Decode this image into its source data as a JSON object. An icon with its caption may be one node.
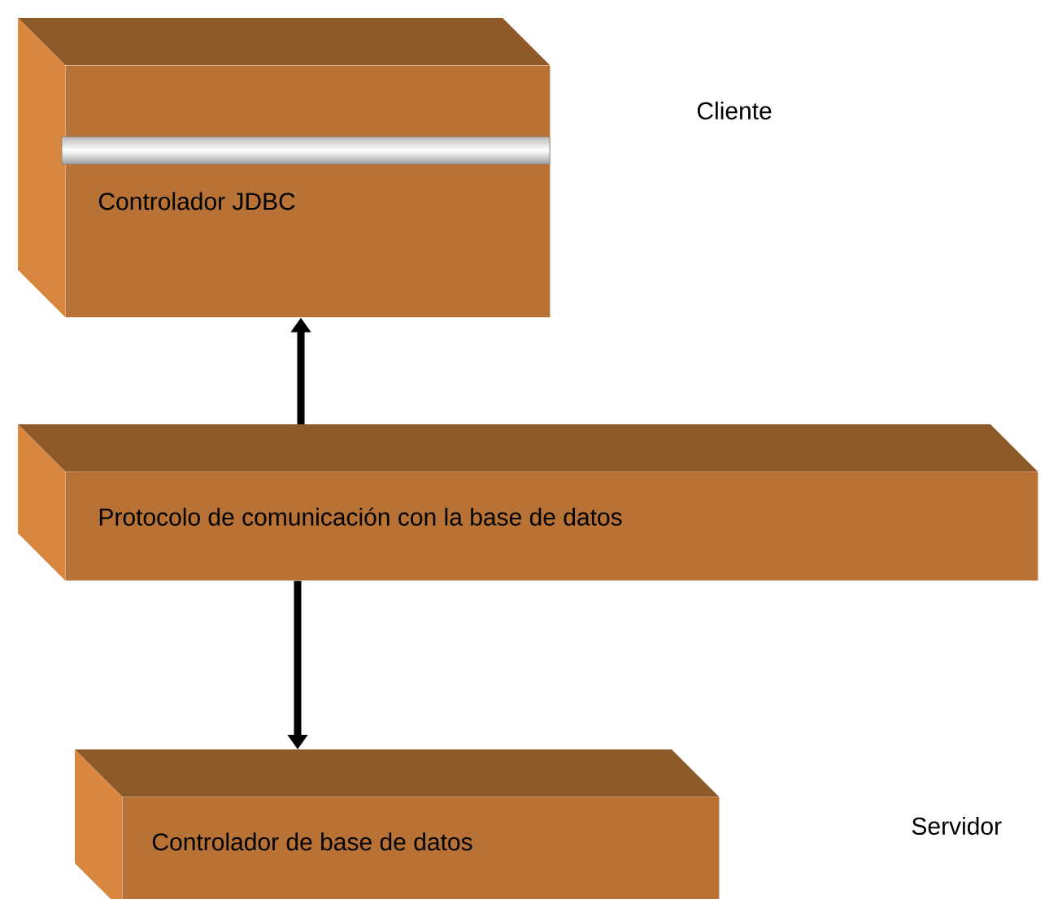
{
  "diagram": {
    "nodes": [
      {
        "text": [
          "Controlador JDBC"
        ]
      },
      {
        "text": [
          "Protocolo de comunicación con la base de datos"
        ]
      },
      {
        "text": [
          "Controlador de base de datos"
        ]
      }
    ],
    "edges": [
      {
        "from": 1,
        "to": 0,
        "arrow": "to"
      },
      {
        "from": 1,
        "to": 2,
        "arrow": "to"
      }
    ],
    "labels": [
      "Cliente",
      "Servidor"
    ]
  }
}
